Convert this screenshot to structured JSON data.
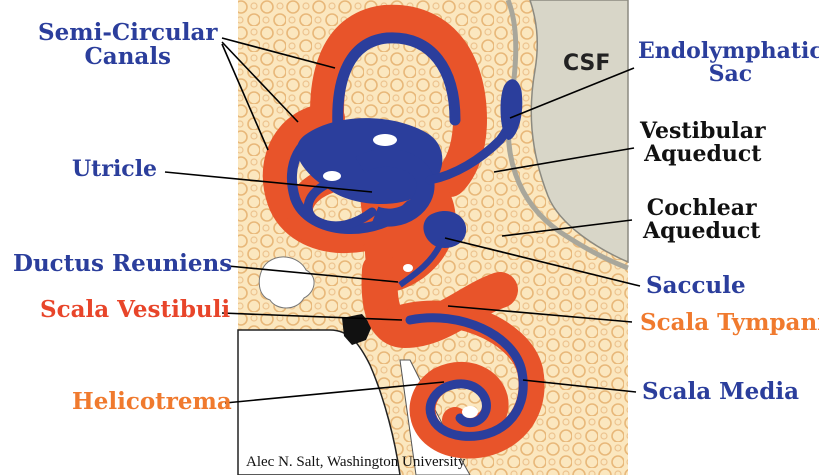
{
  "colors": {
    "endolymph": "#2b3e9c",
    "perilymph": "#e8542a",
    "bone": "#f4d6a0",
    "csf_space": "#d6d4c6",
    "leader_line": "#000000"
  },
  "labels": {
    "semicircular_canals": "Semi-Circular\nCanals",
    "utricle": "Utricle",
    "ductus_reuniens": "Ductus Reuniens",
    "scala_vestibuli": "Scala Vestibuli",
    "helicotrema": "Helicotrema",
    "csf": "CSF",
    "endolymphatic_sac": "Endolymphatic\nSac",
    "vestibular_aqueduct": "Vestibular\nAqueduct",
    "cochlear_aqueduct": "Cochlear\nAqueduct",
    "saccule": "Saccule",
    "scala_tympani": "Scala Tympani",
    "scala_media": "Scala Media"
  },
  "credit": "Alec N. Salt, Washington University"
}
